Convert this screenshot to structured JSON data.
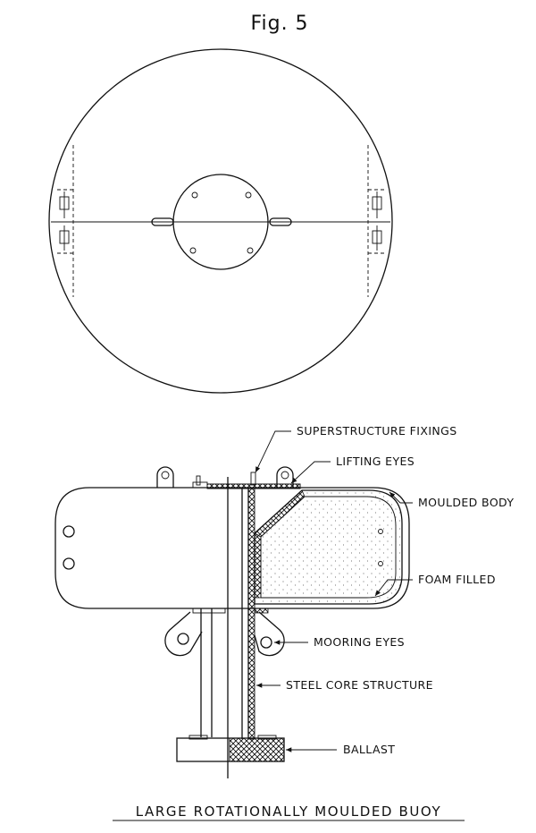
{
  "figure_label": "Fig. 5",
  "title": "LARGE ROTATIONALLY MOULDED BUOY",
  "callouts": {
    "superstructure_fixings": "SUPERSTRUCTURE FIXINGS",
    "lifting_eyes": "LIFTING EYES",
    "moulded_body": "MOULDED BODY",
    "foam_filled": "FOAM FILLED",
    "mooring_eyes": "MOORING EYES",
    "steel_core_structure": "STEEL CORE STRUCTURE",
    "ballast": "BALLAST"
  }
}
